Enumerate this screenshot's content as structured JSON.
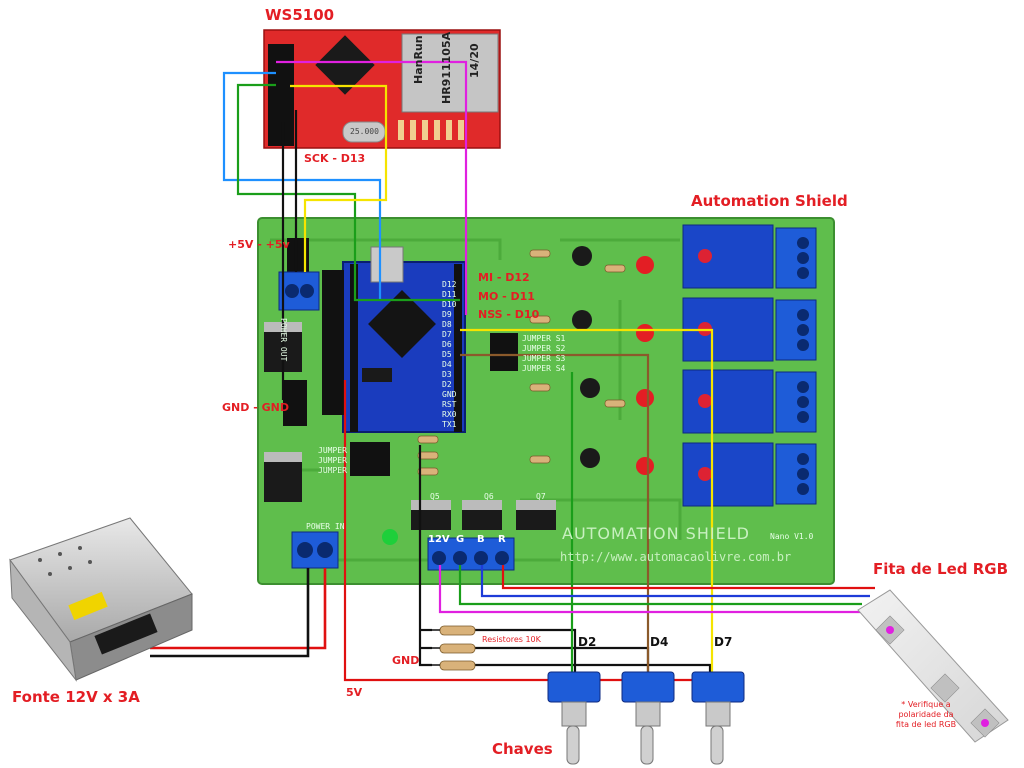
{
  "labels": {
    "ws_title": "WS5100",
    "sck": "SCK - D13",
    "five_v_pair": "+5V - +5v",
    "gnd_pair": "GND - GND",
    "automation_title": "Automation Shield",
    "mi": "MI - D12",
    "mo": "MO - D11",
    "nss": "NSS - D10",
    "fita": "Fita de Led RGB",
    "fonte": "Fonte 12V x 3A",
    "chaves": "Chaves",
    "gnd": "GND",
    "five_v": "5V",
    "resistores": "Resistores 10K",
    "d2": "D2",
    "d4": "D4",
    "d7": "D7",
    "note": [
      "* Verifique a",
      "polaridade da",
      "fita de led RGB"
    ]
  },
  "terminals": [
    "12V",
    "G",
    "B",
    "R"
  ],
  "board": {
    "silk_title": "AUTOMATION SHIELD",
    "silk_version": "Nano V1.0",
    "silk_url": "http://www.automacaolivre.com.br",
    "silk_power_in": "POWER IN",
    "silk_power_out": "POWER OUT",
    "arduino_pins": [
      "D12",
      "D11",
      "D10",
      "D9",
      "D8",
      "D7",
      "D6",
      "D5",
      "D4",
      "D3",
      "D2",
      "GND",
      "RST",
      "RX0",
      "TX1"
    ],
    "jumpers": [
      "JUMPER S1",
      "JUMPER S2",
      "JUMPER S3",
      "JUMPER S4"
    ],
    "jumpers2": [
      "JUMPER",
      "JUMPER",
      "JUMPER"
    ],
    "q_labels": [
      "Q5",
      "Q6",
      "Q7"
    ]
  },
  "ws_module": {
    "chip1": "HanRun",
    "chip2": "HR911105A",
    "chip3": "14/20",
    "crystal": "25.000"
  },
  "colors": {
    "red": "#e31e24",
    "board_green": "#5cbf4a",
    "wire_blue": "#1e90ff",
    "wire_green": "#1a9e1a",
    "wire_yellow": "#f5e400",
    "wire_magenta": "#e020e0",
    "wire_black": "#111111",
    "wire_red": "#e01010"
  }
}
